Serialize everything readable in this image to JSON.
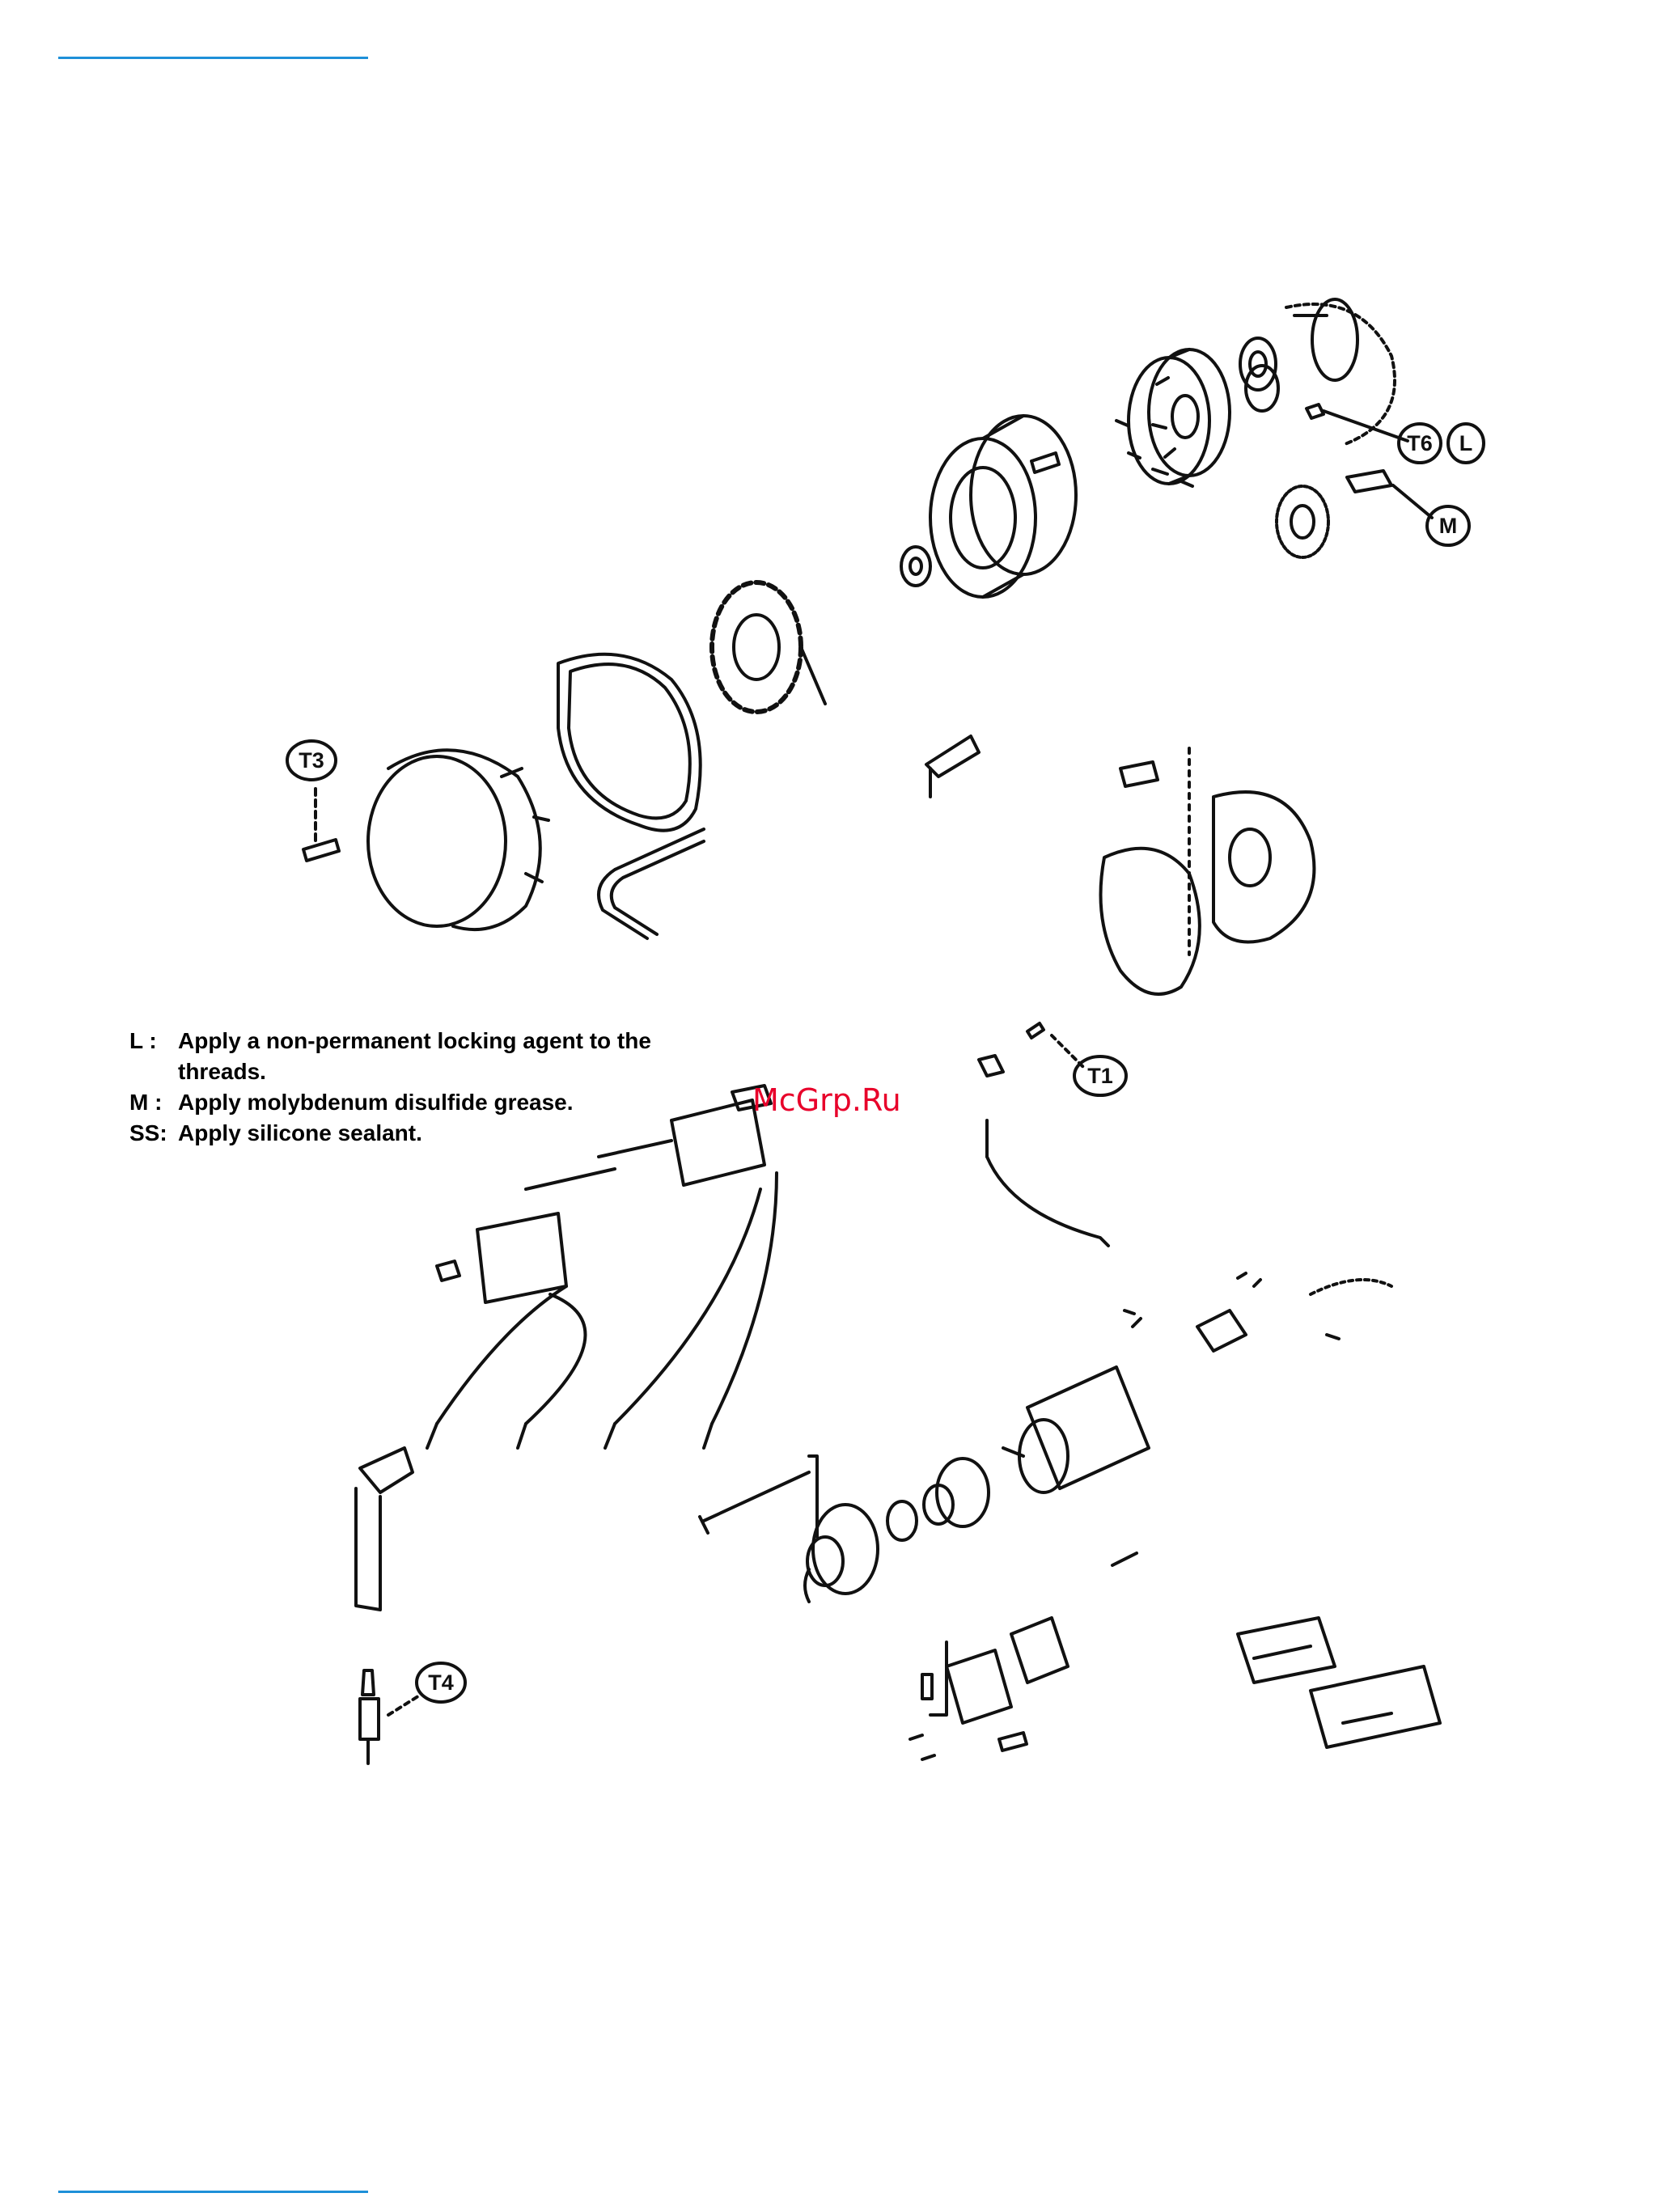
{
  "callouts": {
    "t6": "T6",
    "l": "L",
    "m": "M",
    "t3": "T3",
    "t1": "T1",
    "t4": "T4"
  },
  "legend": [
    {
      "key": "L",
      "sep": " : ",
      "line1": "Apply a non-permanent locking agent to the",
      "line2": "threads."
    },
    {
      "key": "M",
      "sep": " : ",
      "line1": "Apply molybdenum disulfide grease.",
      "line2": ""
    },
    {
      "key": "SS",
      "sep": ": ",
      "line1": "Apply silicone sealant.",
      "line2": ""
    }
  ],
  "watermark": "McGrp.Ru",
  "colors": {
    "rule": "#1e90d8",
    "watermark": "#e8002a",
    "ink": "#111111"
  }
}
